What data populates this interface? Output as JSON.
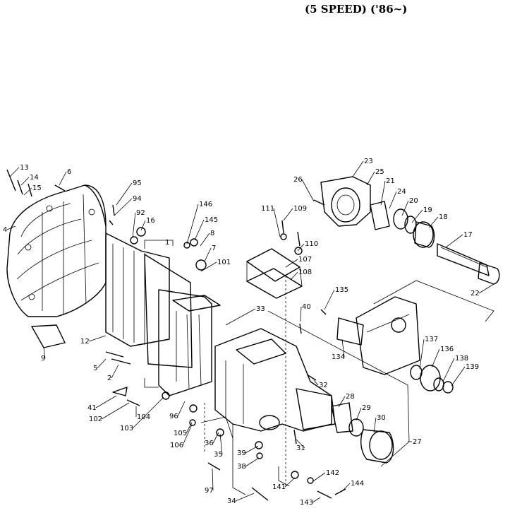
{
  "title": "(5 SPEED) ('86~)",
  "callouts": [
    {
      "id": "13"
    },
    {
      "id": "14"
    },
    {
      "id": "15"
    },
    {
      "id": "4"
    },
    {
      "id": "6"
    },
    {
      "id": "95"
    },
    {
      "id": "94"
    },
    {
      "id": "92"
    },
    {
      "id": "16"
    },
    {
      "id": "146"
    },
    {
      "id": "145"
    },
    {
      "id": "8"
    },
    {
      "id": "7"
    },
    {
      "id": "101"
    },
    {
      "id": "1"
    },
    {
      "id": "12"
    },
    {
      "id": "9"
    },
    {
      "id": "5"
    },
    {
      "id": "2"
    },
    {
      "id": "41"
    },
    {
      "id": "102"
    },
    {
      "id": "104"
    },
    {
      "id": "103"
    },
    {
      "id": "96"
    },
    {
      "id": "105"
    },
    {
      "id": "106"
    },
    {
      "id": "97"
    },
    {
      "id": "36"
    },
    {
      "id": "35"
    },
    {
      "id": "39"
    },
    {
      "id": "38"
    },
    {
      "id": "34"
    },
    {
      "id": "141"
    },
    {
      "id": "142"
    },
    {
      "id": "143"
    },
    {
      "id": "144"
    },
    {
      "id": "31"
    },
    {
      "id": "27"
    },
    {
      "id": "28"
    },
    {
      "id": "29"
    },
    {
      "id": "30"
    },
    {
      "id": "32"
    },
    {
      "id": "33"
    },
    {
      "id": "40"
    },
    {
      "id": "111"
    },
    {
      "id": "109"
    },
    {
      "id": "110"
    },
    {
      "id": "107"
    },
    {
      "id": "108"
    },
    {
      "id": "26"
    },
    {
      "id": "23"
    },
    {
      "id": "25"
    },
    {
      "id": "21"
    },
    {
      "id": "24"
    },
    {
      "id": "20"
    },
    {
      "id": "19"
    },
    {
      "id": "18"
    },
    {
      "id": "17"
    },
    {
      "id": "22"
    },
    {
      "id": "135"
    },
    {
      "id": "134"
    },
    {
      "id": "137"
    },
    {
      "id": "136"
    },
    {
      "id": "138"
    },
    {
      "id": "139"
    }
  ]
}
